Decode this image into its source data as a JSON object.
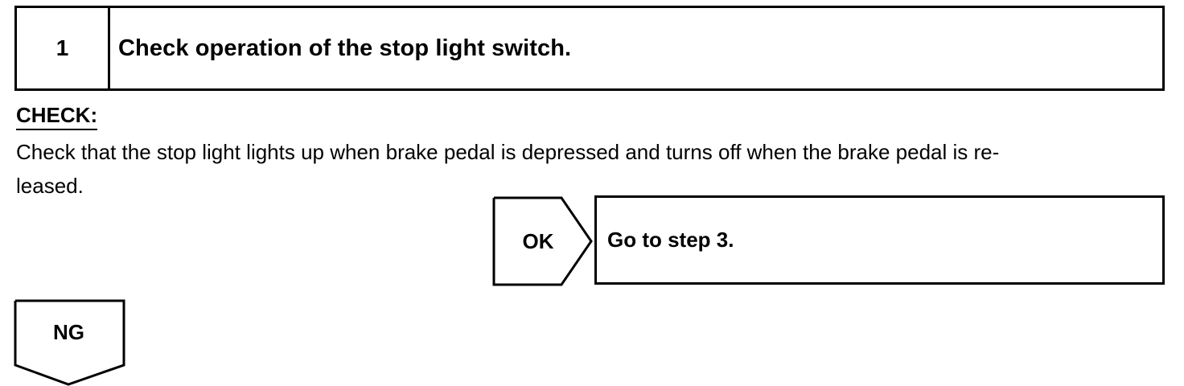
{
  "step": {
    "number": "1",
    "title": "Check operation of the stop light switch."
  },
  "check": {
    "heading": "CHECK:",
    "lines": [
      "Check that the stop light lights up when brake pedal is depressed and turns off when the brake pedal is re-",
      "leased."
    ]
  },
  "ok_branch": {
    "label": "OK",
    "result": "Go to step 3."
  },
  "ng_branch": {
    "label": "NG"
  }
}
